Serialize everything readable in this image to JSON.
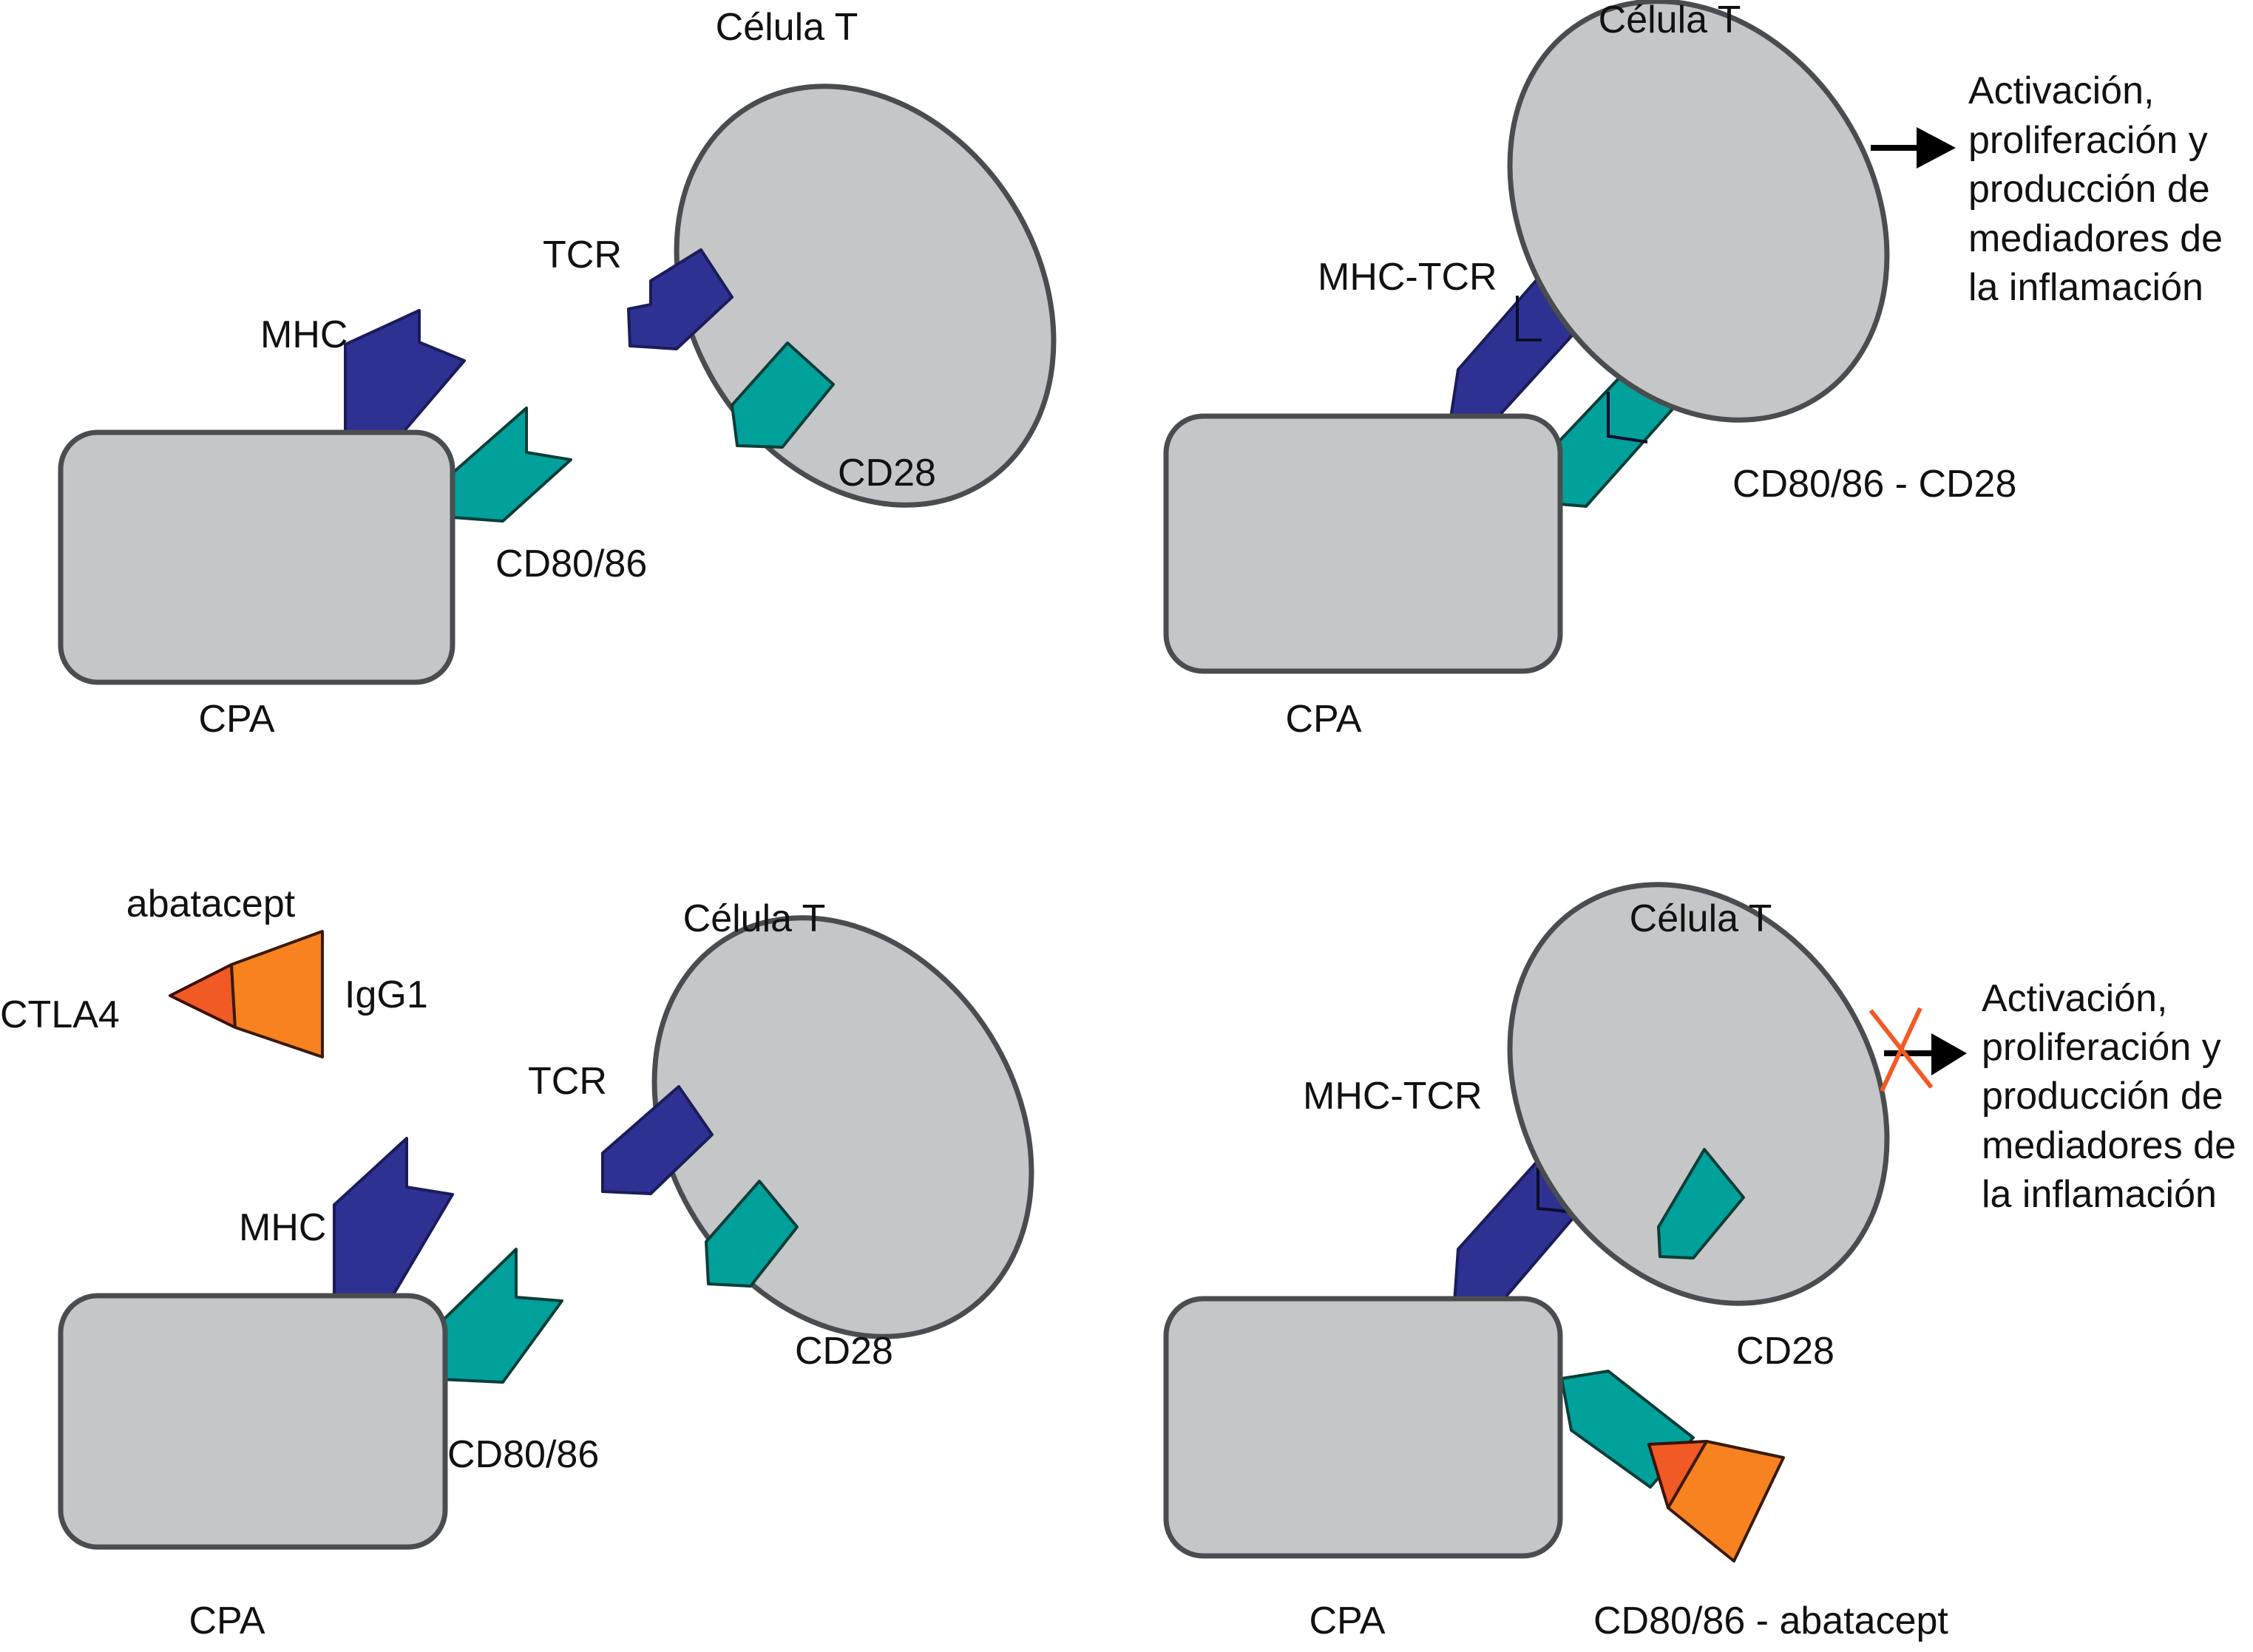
{
  "colors": {
    "cell_fill": "#c4c6c7",
    "cell_stroke": "#4a4d4f",
    "mhc_tcr": "#2e3192",
    "cd80_cd28": "#00a19a",
    "ctla4": "#f15a24",
    "igg1": "#f7821f",
    "block_cross": "#f15a24",
    "arrow": "#000000"
  },
  "panels": {
    "top_left": {
      "t_cell": "Célula T",
      "tcr": "TCR",
      "mhc": "MHC",
      "cd28": "CD28",
      "cd80_86": "CD80/86",
      "apc": "CPA"
    },
    "top_right": {
      "t_cell": "Célula T",
      "mhc_tcr": "MHC-TCR",
      "cd80_cd28": "CD80/86 - CD28",
      "apc": "CPA",
      "outcome_lines": [
        "Activación,",
        "proliferación y",
        "producción de",
        "mediadores de",
        "la inflamación"
      ]
    },
    "bottom_left": {
      "drug": "abatacept",
      "ctla4": "CTLA4",
      "igg1": "IgG1",
      "t_cell": "Célula T",
      "tcr": "TCR",
      "mhc": "MHC",
      "cd28": "CD28",
      "cd80_86": "CD80/86",
      "apc": "CPA"
    },
    "bottom_right": {
      "t_cell": "Célula T",
      "mhc_tcr": "MHC-TCR",
      "cd28": "CD28",
      "cd80_abatacept": "CD80/86 - abatacept",
      "apc": "CPA",
      "outcome_lines": [
        "Activación,",
        "proliferación y",
        "producción de",
        "mediadores de",
        "la inflamación"
      ],
      "outcome_blocked": true
    }
  }
}
